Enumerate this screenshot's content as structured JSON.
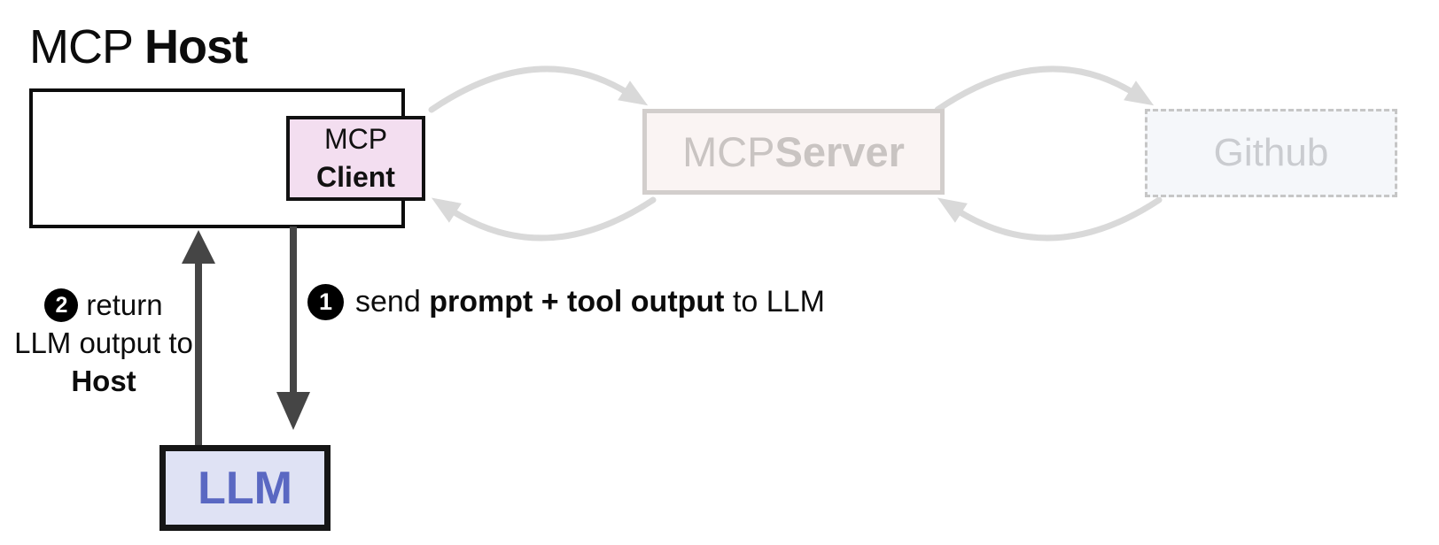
{
  "title": {
    "regular": "MCP ",
    "bold": "Host"
  },
  "boxes": {
    "client": {
      "line1": "MCP",
      "line2": "Client"
    },
    "server": {
      "regular": "MCP ",
      "bold": "Server"
    },
    "github": {
      "label": "Github"
    },
    "llm": {
      "label": "LLM"
    }
  },
  "steps": {
    "step1": {
      "badge": "1",
      "pre": "send ",
      "bold": "prompt + tool output",
      "post": " to LLM"
    },
    "step2": {
      "badge": "2",
      "line1": "return",
      "line2": "LLM output to",
      "line3": "Host"
    }
  },
  "colors": {
    "client_fill": "#f3def0",
    "server_fill": "#faf4f3",
    "server_border": "#d2cecc",
    "server_text": "#c9c4c2",
    "github_fill": "#f5f7fa",
    "github_border": "#c6c6c6",
    "github_text": "#caccd0",
    "llm_fill": "#dfe2f4",
    "llm_text": "#5a68c2",
    "cycle_arrow_gray": "#d9d9d9",
    "flow_arrow_dark": "#454545",
    "badge_fill": "#000000",
    "box_border_dark": "#0c0c0c"
  }
}
